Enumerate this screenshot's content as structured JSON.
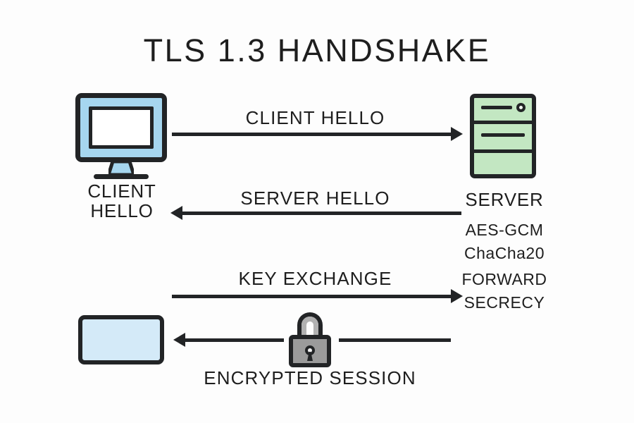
{
  "diagram": {
    "title": "TLS 1.3 HANDSHAKE",
    "background_color": "#fdfdfd",
    "ink_color": "#222426",
    "client_color": "#a6d6ef",
    "panel_color": "#d4eaf8",
    "server_color": "#c3e7c2",
    "lock_color": "#9b9b9b"
  },
  "nodes": {
    "client": {
      "icon": "desktop-monitor-icon",
      "label_line1": "CLIENT",
      "label_line2": "HELLO"
    },
    "server": {
      "icon": "server-rack-icon",
      "label": "SERVER"
    },
    "client_panel": {
      "icon": "blank-panel-icon"
    }
  },
  "server_specs": [
    {
      "label": "AES-GCM"
    },
    {
      "label": "ChaCha20"
    },
    {
      "label": "FORWARD"
    },
    {
      "label": "SECRECY"
    }
  ],
  "messages": [
    {
      "label": "CLIENT HELLO",
      "direction": "right"
    },
    {
      "label": "SERVER HELLO",
      "direction": "left"
    },
    {
      "label": "KEY EXCHANGE",
      "direction": "right"
    },
    {
      "label": "ENCRYPTED SESSION",
      "direction": "left",
      "icon": "padlock-icon"
    }
  ]
}
